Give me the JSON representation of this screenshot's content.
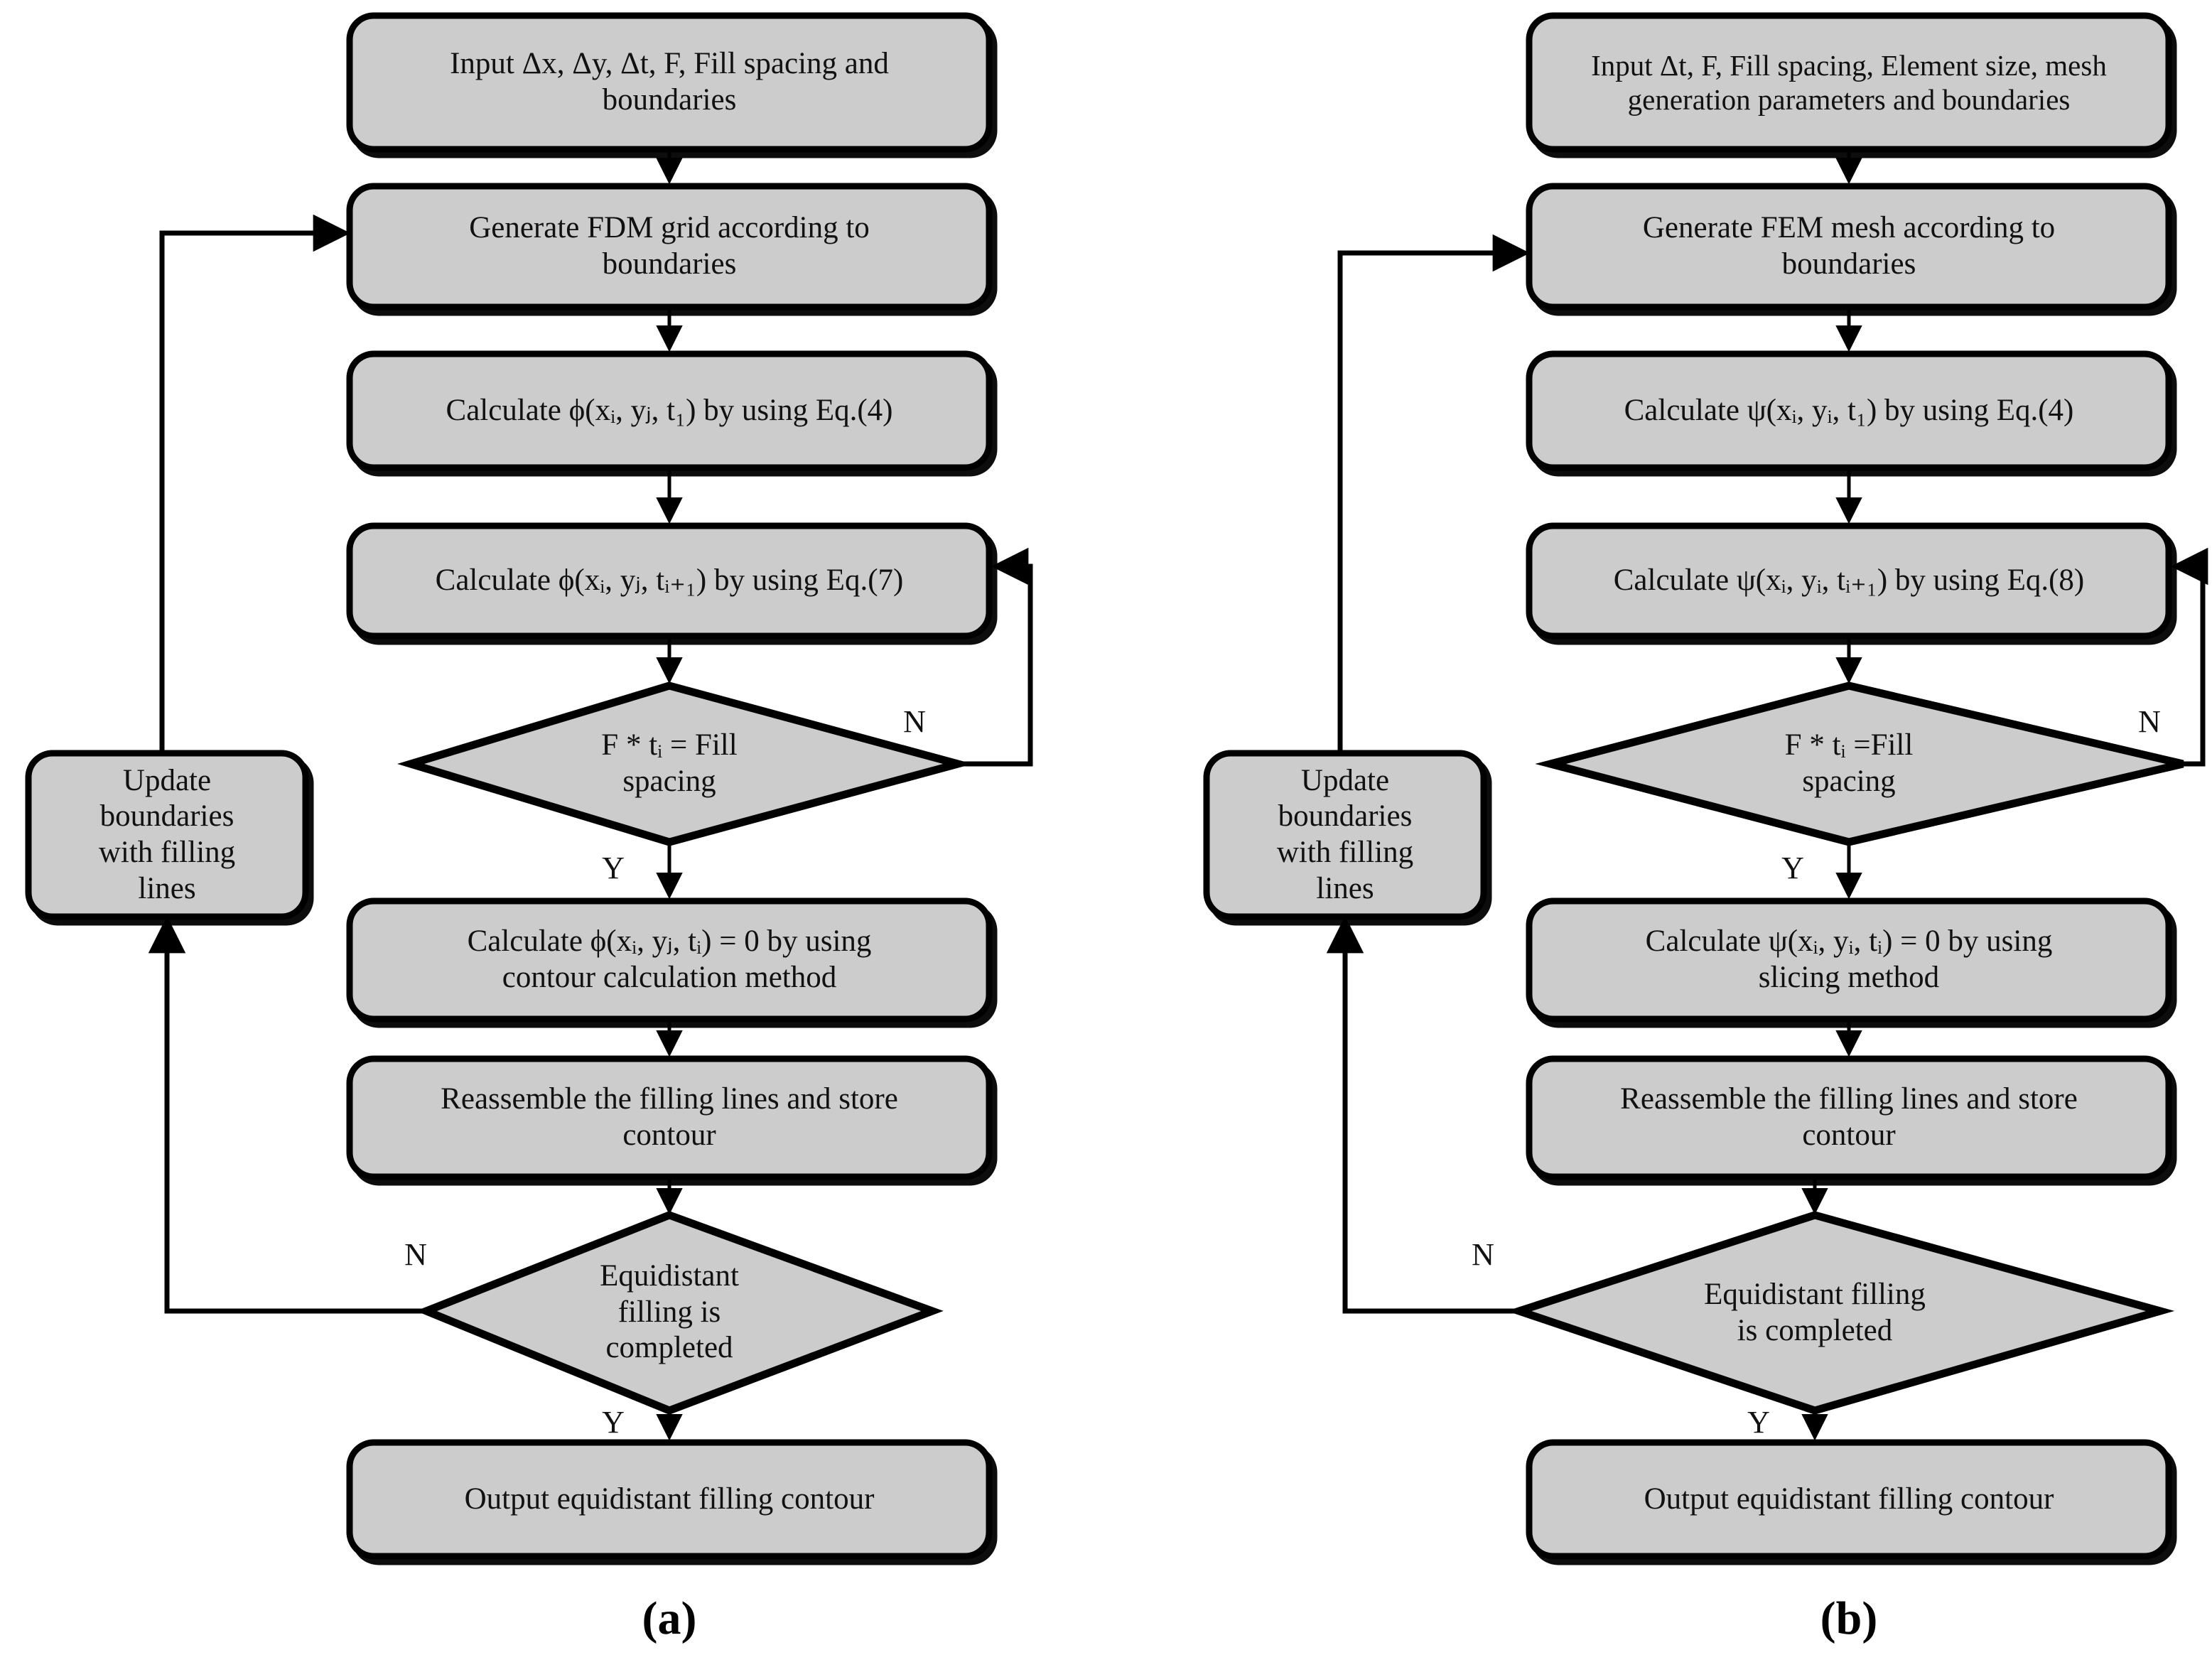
{
  "figure": {
    "type": "flowchart",
    "panels": [
      {
        "id": "a",
        "label": "(a)",
        "method": "FDM",
        "nodes": [
          {
            "id": "a1",
            "shape": "rounded-rect",
            "lines": [
              "Input Δx, Δy,  Δt, F, Fill spacing  and",
              "boundaries"
            ]
          },
          {
            "id": "a2",
            "shape": "rounded-rect",
            "lines": [
              "Generate FDM grid according to",
              "boundaries"
            ]
          },
          {
            "id": "a3",
            "shape": "rounded-rect",
            "lines": [
              "Calculate ϕ(xᵢ, yⱼ, t₁) by using Eq.(4)"
            ]
          },
          {
            "id": "a4",
            "shape": "rounded-rect",
            "lines": [
              "Calculate ϕ(xᵢ, yⱼ, tᵢ₊₁) by using Eq.(7)"
            ]
          },
          {
            "id": "a5",
            "shape": "diamond",
            "lines": [
              "F * tᵢ = Fill",
              "spacing"
            ]
          },
          {
            "id": "a6",
            "shape": "rounded-rect",
            "lines": [
              "Calculate ϕ(xᵢ, yⱼ, tᵢ) = 0 by using",
              "contour calculation method"
            ]
          },
          {
            "id": "a7",
            "shape": "rounded-rect",
            "lines": [
              "Reassemble the filling  lines and store",
              "contour"
            ]
          },
          {
            "id": "a8",
            "shape": "diamond",
            "lines": [
              "Equidistant",
              "filling  is",
              "completed"
            ]
          },
          {
            "id": "a9",
            "shape": "rounded-rect",
            "lines": [
              "Output equidistant filling  contour"
            ]
          },
          {
            "id": "a10",
            "shape": "rounded-rect",
            "lines": [
              "Update",
              "boundaries",
              "with filling",
              "lines"
            ]
          }
        ],
        "edge_labels": {
          "loop_n": "N",
          "loop_y": "Y",
          "done_n": "N",
          "done_y": "Y"
        }
      },
      {
        "id": "b",
        "label": "(b)",
        "method": "FEM",
        "nodes": [
          {
            "id": "b1",
            "shape": "rounded-rect",
            "lines": [
              "Input Δt, F, Fill spacing, Element size, mesh",
              "generation parameters and boundaries"
            ]
          },
          {
            "id": "b2",
            "shape": "rounded-rect",
            "lines": [
              "Generate FEM mesh according to",
              "boundaries"
            ]
          },
          {
            "id": "b3",
            "shape": "rounded-rect",
            "lines": [
              "Calculate ψ(xᵢ, yᵢ, t₁) by using Eq.(4)"
            ]
          },
          {
            "id": "b4",
            "shape": "rounded-rect",
            "lines": [
              "Calculate ψ(xᵢ, yᵢ, tᵢ₊₁) by using Eq.(8)"
            ]
          },
          {
            "id": "b5",
            "shape": "diamond",
            "lines": [
              "F * tᵢ =Fill",
              "spacing"
            ]
          },
          {
            "id": "b6",
            "shape": "rounded-rect",
            "lines": [
              "Calculate ψ(xᵢ, yᵢ, tᵢ) = 0 by using",
              "slicing method"
            ]
          },
          {
            "id": "b7",
            "shape": "rounded-rect",
            "lines": [
              "Reassemble the filling  lines and store",
              "contour"
            ]
          },
          {
            "id": "b8",
            "shape": "diamond",
            "lines": [
              "Equidistant filling",
              "is completed"
            ]
          },
          {
            "id": "b9",
            "shape": "rounded-rect",
            "lines": [
              "Output equidistant filling  contour"
            ]
          },
          {
            "id": "b10",
            "shape": "rounded-rect",
            "lines": [
              "Update",
              "boundaries",
              "with filling",
              "lines"
            ]
          }
        ],
        "edge_labels": {
          "loop_n": "N",
          "loop_y": "Y",
          "done_n": "N",
          "done_y": "Y"
        }
      }
    ],
    "colors": {
      "shape_fill": "#cccccc",
      "stroke": "#000000",
      "background": "#ffffff",
      "text": "#111111"
    }
  },
  "a": {
    "label": "(a)",
    "n1_l1": "Input Δx, Δy,  Δt, F, Fill spacing  and",
    "n1_l2": "boundaries",
    "n2_l1": "Generate FDM grid according to",
    "n2_l2": "boundaries",
    "n3": "Calculate ϕ(xᵢ, yⱼ, t₁) by using Eq.(4)",
    "n4": "Calculate ϕ(xᵢ, yⱼ, tᵢ₊₁) by using Eq.(7)",
    "n5_l1": "F * tᵢ = Fill",
    "n5_l2": "spacing",
    "n6_l1": "Calculate ϕ(xᵢ, yⱼ, tᵢ) = 0 by using",
    "n6_l2": "contour calculation method",
    "n7_l1": "Reassemble the filling  lines and store",
    "n7_l2": "contour",
    "n8_l1": "Equidistant",
    "n8_l2": "filling  is",
    "n8_l3": "completed",
    "n9": "Output equidistant filling  contour",
    "n10_l1": "Update",
    "n10_l2": "boundaries",
    "n10_l3": "with filling",
    "n10_l4": "lines",
    "lbl_n1": "N",
    "lbl_y1": "Y",
    "lbl_n2": "N",
    "lbl_y2": "Y"
  },
  "b": {
    "label": "(b)",
    "n1_l1": "Input Δt, F, Fill spacing, Element size, mesh",
    "n1_l2": "generation parameters and boundaries",
    "n2_l1": "Generate FEM mesh according to",
    "n2_l2": "boundaries",
    "n3": "Calculate ψ(xᵢ, yᵢ, t₁) by using Eq.(4)",
    "n4": "Calculate ψ(xᵢ, yᵢ, tᵢ₊₁) by using Eq.(8)",
    "n5_l1": "F * tᵢ =Fill",
    "n5_l2": "spacing",
    "n6_l1": "Calculate ψ(xᵢ, yᵢ, tᵢ) = 0 by using",
    "n6_l2": "slicing method",
    "n7_l1": "Reassemble the filling  lines and store",
    "n7_l2": "contour",
    "n8_l1": "Equidistant filling",
    "n8_l2": "is completed",
    "n9": "Output equidistant filling  contour",
    "n10_l1": "Update",
    "n10_l2": "boundaries",
    "n10_l3": "with filling",
    "n10_l4": "lines",
    "lbl_n1": "N",
    "lbl_y1": "Y",
    "lbl_n2": "N",
    "lbl_y2": "Y"
  }
}
